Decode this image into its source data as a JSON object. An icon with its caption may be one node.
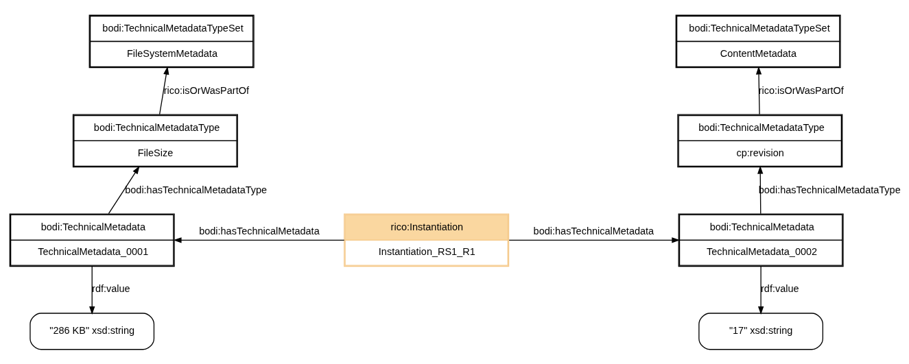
{
  "diagram": {
    "nodes": [
      {
        "text": [
          "bodi:TechnicalMetadataTypeSet",
          "FileSystemMetadata"
        ]
      },
      {
        "text": [
          "bodi:TechnicalMetadataType",
          "FileSize"
        ]
      },
      {
        "text": [
          "bodi:TechnicalMetadata",
          "TechnicalMetadata_0001"
        ]
      },
      {
        "text": [
          "\"286 KB\" xsd:string"
        ]
      },
      {
        "text": [
          "rico:Instantiation",
          "Instantiation_RS1_R1"
        ]
      },
      {
        "text": [
          "bodi:TechnicalMetadataTypeSet",
          "ContentMetadata"
        ]
      },
      {
        "text": [
          "bodi:TechnicalMetadataType",
          "cp:revision"
        ]
      },
      {
        "text": [
          "bodi:TechnicalMetadata",
          "TechnicalMetadata_0002"
        ]
      },
      {
        "text": [
          "\"17\" xsd:string"
        ]
      }
    ],
    "edges": [
      {
        "from": 1,
        "to": 0,
        "arrow": "to",
        "label": "rico:isOrWasPartOf"
      },
      {
        "from": 2,
        "to": 1,
        "arrow": "to",
        "label": "bodi:hasTechnicalMetadataType"
      },
      {
        "from": 2,
        "to": 3,
        "arrow": "to",
        "label": "rdf:value"
      },
      {
        "from": 4,
        "to": 2,
        "arrow": "to",
        "label": "bodi:hasTechnicalMetadata"
      },
      {
        "from": 4,
        "to": 7,
        "arrow": "to",
        "label": "bodi:hasTechnicalMetadata"
      },
      {
        "from": 6,
        "to": 5,
        "arrow": "to",
        "label": "rico:isOrWasPartOf"
      },
      {
        "from": 7,
        "to": 6,
        "arrow": "to",
        "label": "bodi:hasTechnicalMetadataType"
      },
      {
        "from": 7,
        "to": 8,
        "arrow": "to",
        "label": "rdf:value"
      }
    ]
  }
}
